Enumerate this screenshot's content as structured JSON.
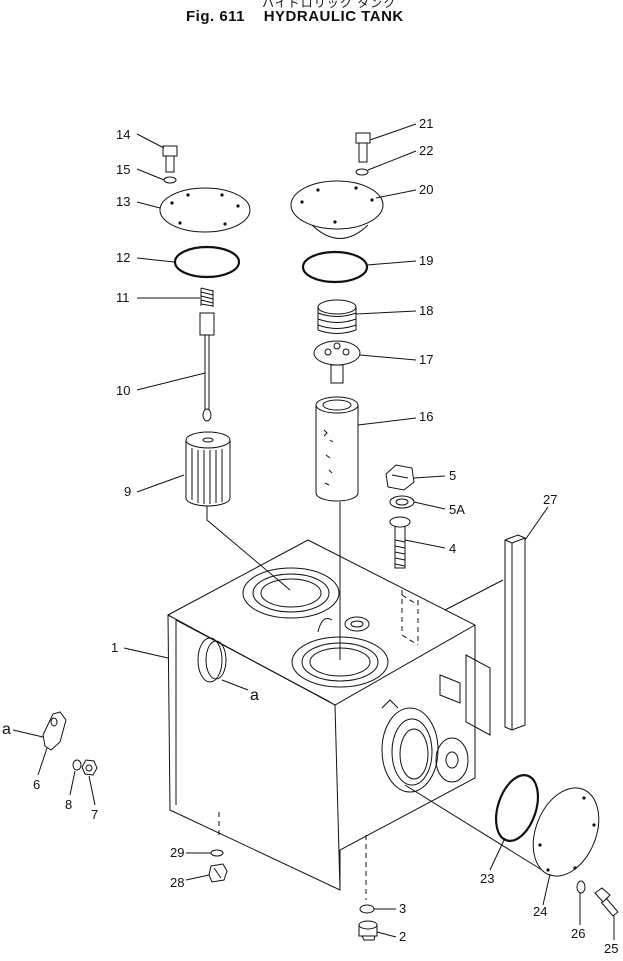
{
  "figure": {
    "subtitle_jp": "ハイドロリック タンク",
    "number": "Fig. 611",
    "title": "HYDRAULIC TANK"
  },
  "callouts": {
    "c1": "1",
    "c2": "2",
    "c3": "3",
    "c4": "4",
    "c5": "5",
    "c5a": "5A",
    "c6": "6",
    "c7": "7",
    "c8": "8",
    "c9": "9",
    "c10": "10",
    "c11": "11",
    "c12": "12",
    "c13": "13",
    "c14": "14",
    "c15": "15",
    "c16": "16",
    "c17": "17",
    "c18": "18",
    "c19": "19",
    "c20": "20",
    "c21": "21",
    "c22": "22",
    "c23": "23",
    "c24": "24",
    "c25": "25",
    "c26": "26",
    "c27": "27",
    "c28": "28",
    "c29": "29",
    "ref_a1": "a",
    "ref_a2": "a"
  }
}
